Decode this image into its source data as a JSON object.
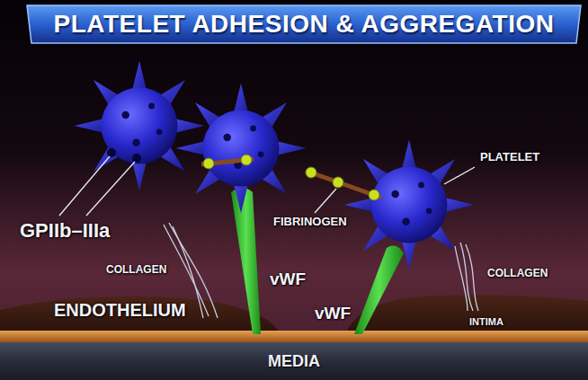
{
  "diagram": {
    "title": "PLATELET ADHESION & AGGREGATION",
    "nodes": [
      {
        "text": [
          "MEDIA"
        ]
      }
    ],
    "labels": [
      "GPIIb–IIIa",
      "COLLAGEN",
      "ENDOTHELIUM",
      "vWF",
      "FIBRINOGEN",
      "PLATELET",
      "vWF",
      "COLLAGEN",
      "INTIMA"
    ]
  }
}
